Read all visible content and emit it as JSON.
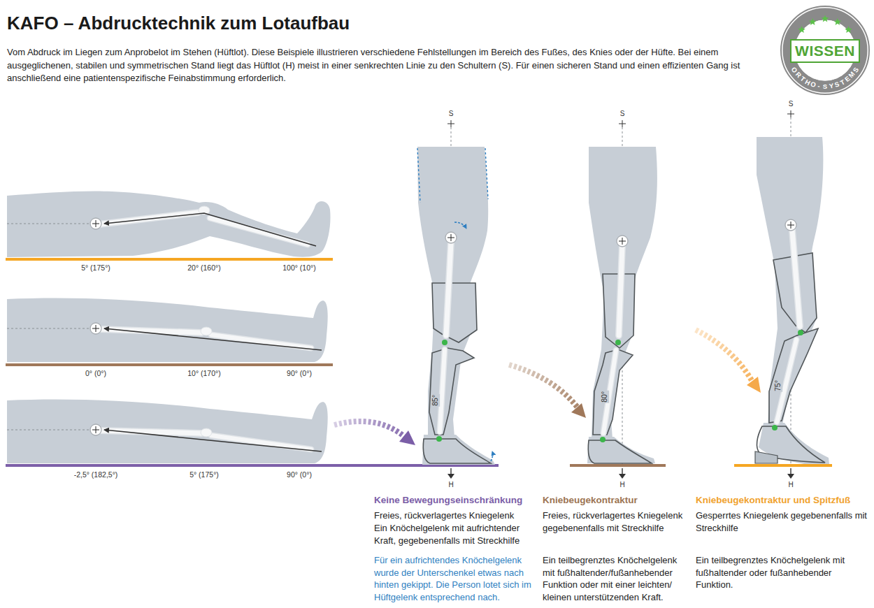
{
  "diagram": {
    "title": "KAFO – Abdrucktechnik zum Lotaufbau",
    "caption": "Vom Abdruck im Liegen zum Anprobelot im Stehen (Hüftlot). Diese Beispiele illustrieren verschiedene Fehlstellungen im Bereich des Fußes, des Knies oder der Hüfte. Bei einem ausgeglichenen, stabilen und symmetrischen Stand liegt das Hüftlot (H) meist in einer senkrechten Linie zu den Schultern (S). Für einen sicheren Stand und einen effizienten Gang ist anschließend eine patientenspezifische Feinabstimmung erforderlich.",
    "labels": [
      "WISSEN",
      "ORTHO-SYSTEMS",
      "5° (175°)",
      "20° (160°)",
      "100° (10°)",
      "0° (0°)",
      "10° (170°)",
      "90° (0°)",
      "-2,5° (182,5°)",
      "5° (175°)",
      "90° (0°)",
      "S",
      "S",
      "S",
      "85°",
      "80°",
      "75°",
      "H",
      "H",
      "H",
      "Keine Bewegungseinschränkung",
      "Freies, rückverlagertes Kniegelenk",
      "Ein Knöchelgelenk mit aufrichtender Kraft, gegebenenfalls mit Streckhilfe",
      "Für ein aufrichtendes Knöchelgelenk wurde der Unterschenkel etwas nach hinten gekippt. Die Person lotet sich im Hüftgelenk entsprechend nach.",
      "Kniebeugekontraktur",
      "Freies, rückverlagertes Kniegelenk gegebenenfalls mit Streckhilfe",
      "Ein teilbegrenztes Knöchelgelenk mit fußhaltender/fußanhebender Funktion oder mit einer leichten/ kleinen unterstützenden Kraft.",
      "Kniebeugekontraktur und Spitzfuß",
      "Gesperrtes Kniegelenk gegebenenfalls mit Streckhilfe",
      "Ein teilbegrenztes Knöchelgelenk mit fußhaltender oder fußanhebender Funktion."
    ]
  }
}
